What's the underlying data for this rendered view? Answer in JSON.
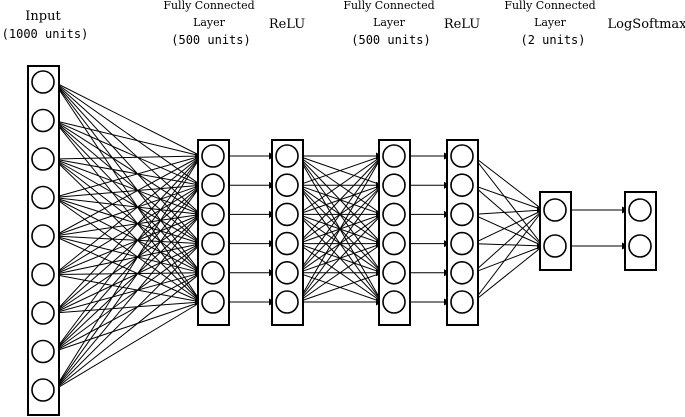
{
  "layers": [
    {
      "id": "input",
      "title": "Input",
      "units": "(1000 units)"
    },
    {
      "id": "fc1",
      "title_line1": "Fully Connected",
      "title_line2": "Layer",
      "units": "(500 units)"
    },
    {
      "id": "relu1",
      "title": "ReLU"
    },
    {
      "id": "fc2",
      "title_line1": "Fully Connected",
      "title_line2": "Layer",
      "units": "(500 units)"
    },
    {
      "id": "relu2",
      "title": "ReLU"
    },
    {
      "id": "fc3",
      "title_line1": "Fully Connected",
      "title_line2": "Layer",
      "units": "(2 units)"
    },
    {
      "id": "logsoftmax",
      "title": "LogSoftmax"
    }
  ],
  "node_counts": [
    9,
    6,
    6,
    6,
    6,
    2,
    2
  ],
  "connections": [
    "full",
    "one-to-one",
    "full",
    "one-to-one",
    "full",
    "one-to-one"
  ]
}
